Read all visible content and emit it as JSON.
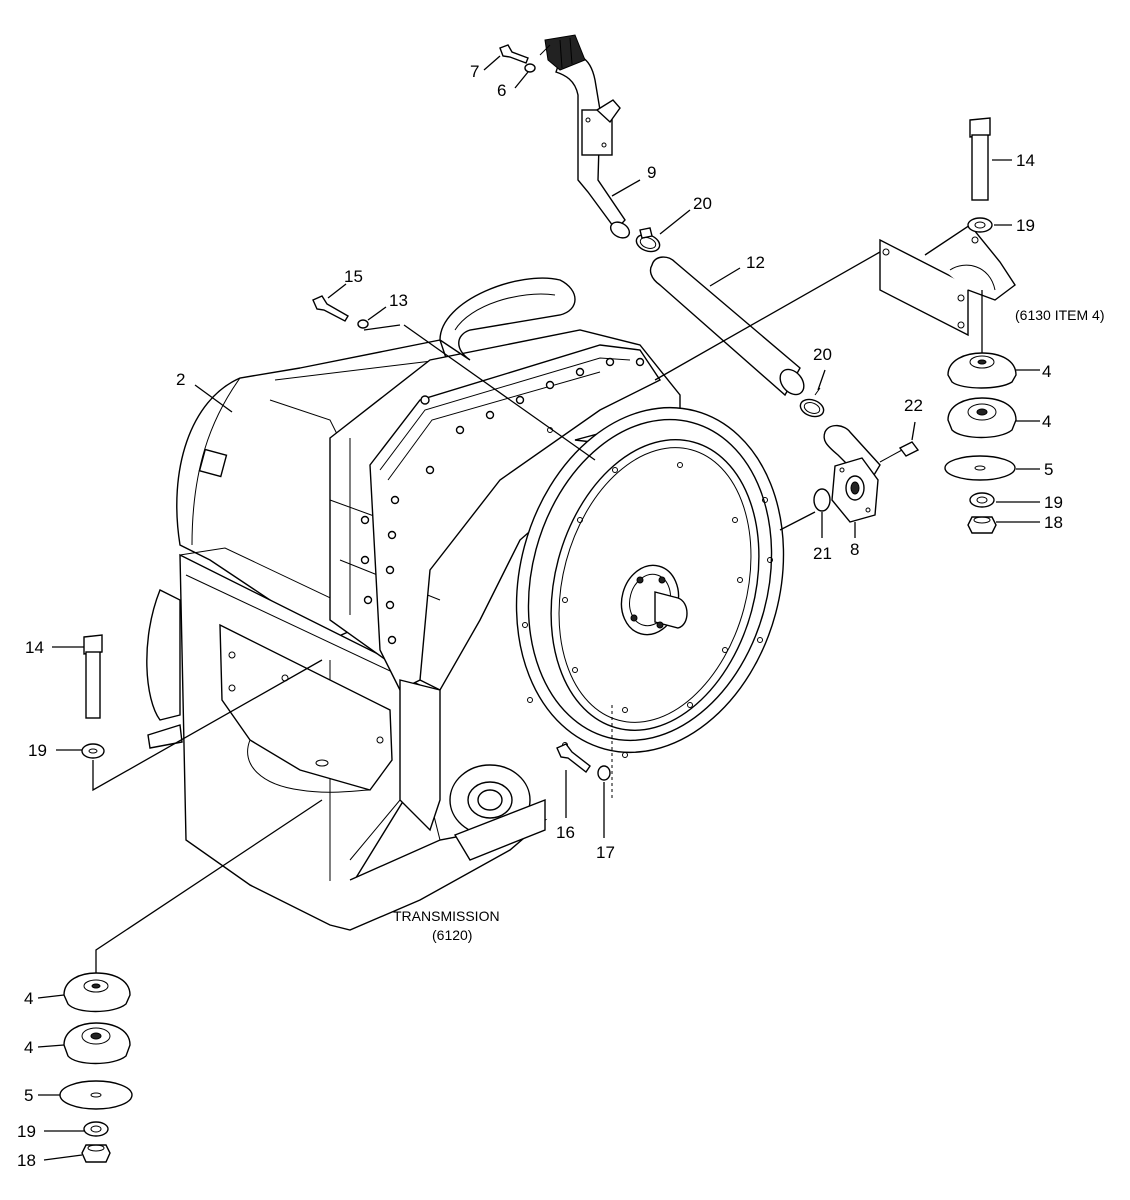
{
  "callouts": {
    "c7": "7",
    "c6": "6",
    "c9": "9",
    "c20a": "20",
    "c12": "12",
    "c15": "15",
    "c13": "13",
    "c2": "2",
    "c14a": "14",
    "c19a": "19",
    "c20b": "20",
    "c22": "22",
    "c4a": "4",
    "c4b": "4",
    "c5a": "5",
    "c19b": "19",
    "c18a": "18",
    "c21": "21",
    "c8": "8",
    "c14b": "14",
    "c19c": "19",
    "c16": "16",
    "c17": "17",
    "c4c": "4",
    "c4d": "4",
    "c5b": "5",
    "c19d": "19",
    "c18b": "18"
  },
  "captions": {
    "ref_6130": "(6130 ITEM 4)",
    "transmission": "TRANSMISSION",
    "transmission_ref": "(6120)"
  }
}
